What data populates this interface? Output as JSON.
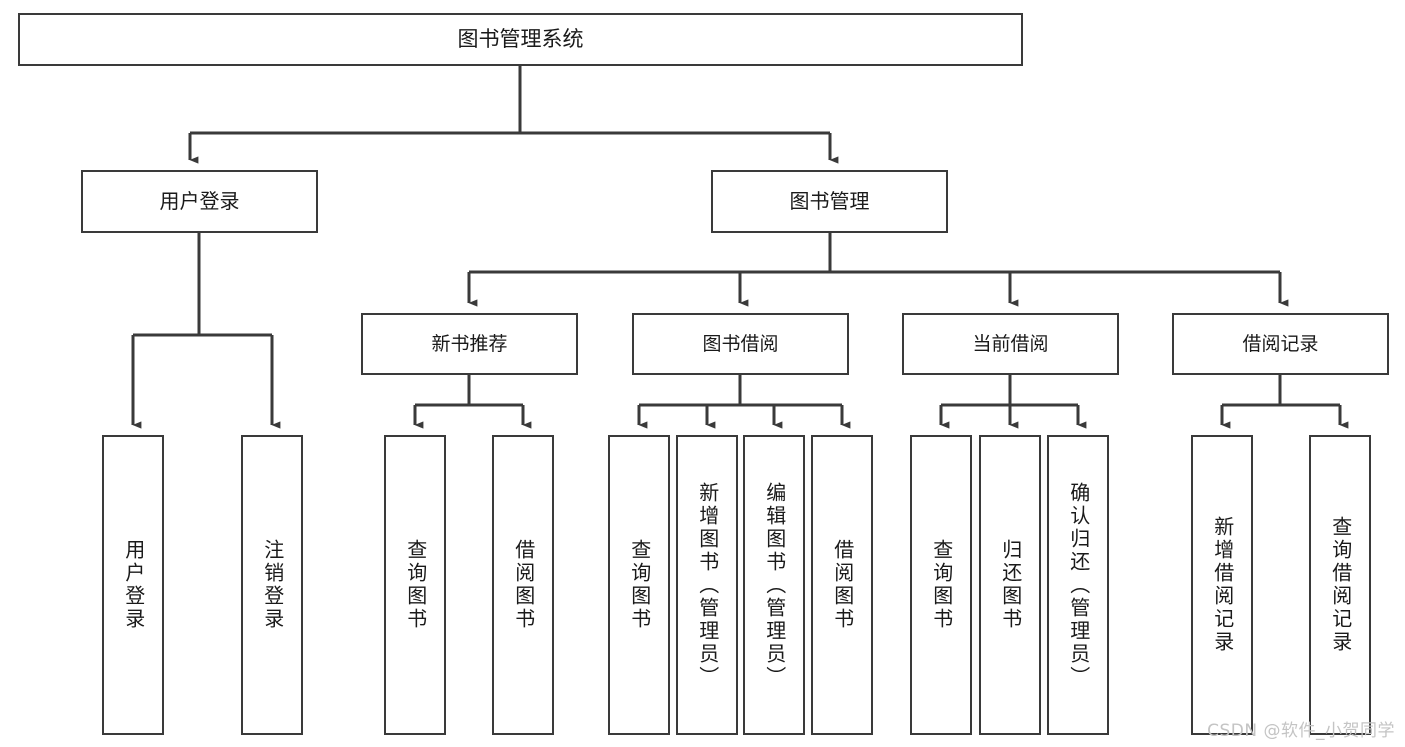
{
  "diagram": {
    "type": "tree",
    "title": "图书管理系统",
    "watermark": "CSDN @软件_小贺同学",
    "colors": {
      "box_border": "#3a3a3a",
      "box_fill": "#ffffff",
      "connector": "#3a3a3a",
      "text": "#1a1a1a",
      "watermark": "#c4c4c4",
      "background": "#ffffff"
    },
    "nodes": {
      "root": {
        "label": "图书管理系统"
      },
      "level1": [
        {
          "label": "用户登录"
        },
        {
          "label": "图书管理"
        }
      ],
      "level2": [
        {
          "label": "新书推荐"
        },
        {
          "label": "图书借阅"
        },
        {
          "label": "当前借阅"
        },
        {
          "label": "借阅记录"
        }
      ],
      "leaves_user_login": [
        {
          "label": "用户登录"
        },
        {
          "label": "注销登录"
        }
      ],
      "leaves_new_books": [
        {
          "label": "查询图书"
        },
        {
          "label": "借阅图书"
        }
      ],
      "leaves_borrow": [
        {
          "label": "查询图书"
        },
        {
          "label": "新增图书（管理员）"
        },
        {
          "label": "编辑图书（管理员）"
        },
        {
          "label": "借阅图书"
        }
      ],
      "leaves_current": [
        {
          "label": "查询图书"
        },
        {
          "label": "归还图书"
        },
        {
          "label": "确认归还（管理员）"
        }
      ],
      "leaves_records": [
        {
          "label": "新增借阅记录"
        },
        {
          "label": "查询借阅记录"
        }
      ]
    }
  }
}
